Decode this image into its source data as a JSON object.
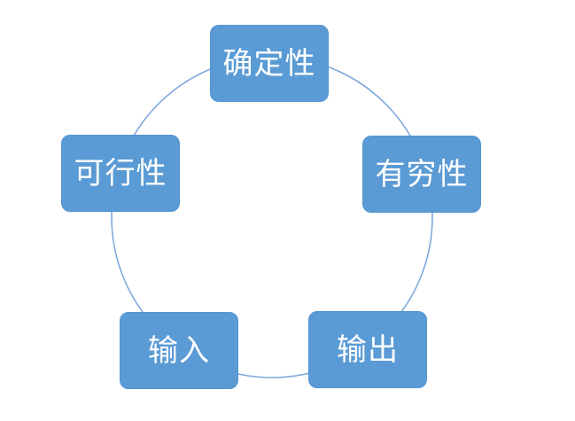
{
  "diagram": {
    "type": "cycle",
    "title": "",
    "description": "Five properties of an algorithm arranged around a circle",
    "nodes": [
      {
        "label": "确定性",
        "position": "top"
      },
      {
        "label": "有穷性",
        "position": "upper-right"
      },
      {
        "label": "输出",
        "position": "lower-right"
      },
      {
        "label": "输入",
        "position": "lower-left"
      },
      {
        "label": "可行性",
        "position": "upper-left"
      }
    ],
    "colors": {
      "node_fill": "#5B9BD5",
      "node_text": "#FFFFFF",
      "circle_stroke": "#7EA9DC",
      "background": "#FFFFFF"
    }
  }
}
